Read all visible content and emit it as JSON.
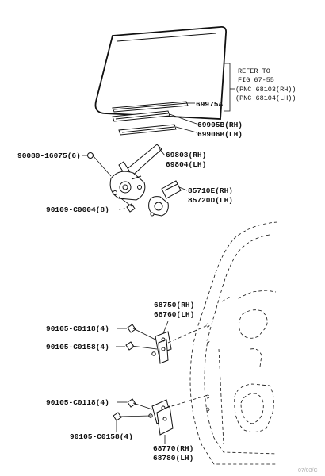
{
  "refer": {
    "line1": "REFER TO",
    "line2": "FIG 67-55",
    "line3": "(PNC 68103(RH))",
    "line4": "(PNC 68104(LH))"
  },
  "parts": {
    "glass_run": "69975A",
    "channel_rh": "69905B(RH)",
    "channel_lh": "69906B(LH)",
    "regulator_rh": "69803(RH)",
    "regulator_lh": "69804(LH)",
    "bolt_top": "90080-16075(6)",
    "bolt_bottom": "90109-C0004(8)",
    "motor_rh": "85710E(RH)",
    "motor_lh": "85720D(LH)",
    "upper_hinge_rh": "68750(RH)",
    "upper_hinge_lh": "68760(LH)",
    "bolt_uh1": "90105-C0118(4)",
    "bolt_uh2": "90105-C0158(4)",
    "bolt_lh1": "90105-C0118(4)",
    "bolt_lh2": "90105-C0158(4)",
    "lower_hinge_rh": "68770(RH)",
    "lower_hinge_lh": "68780(LH)"
  },
  "watermark": "07/03/C"
}
